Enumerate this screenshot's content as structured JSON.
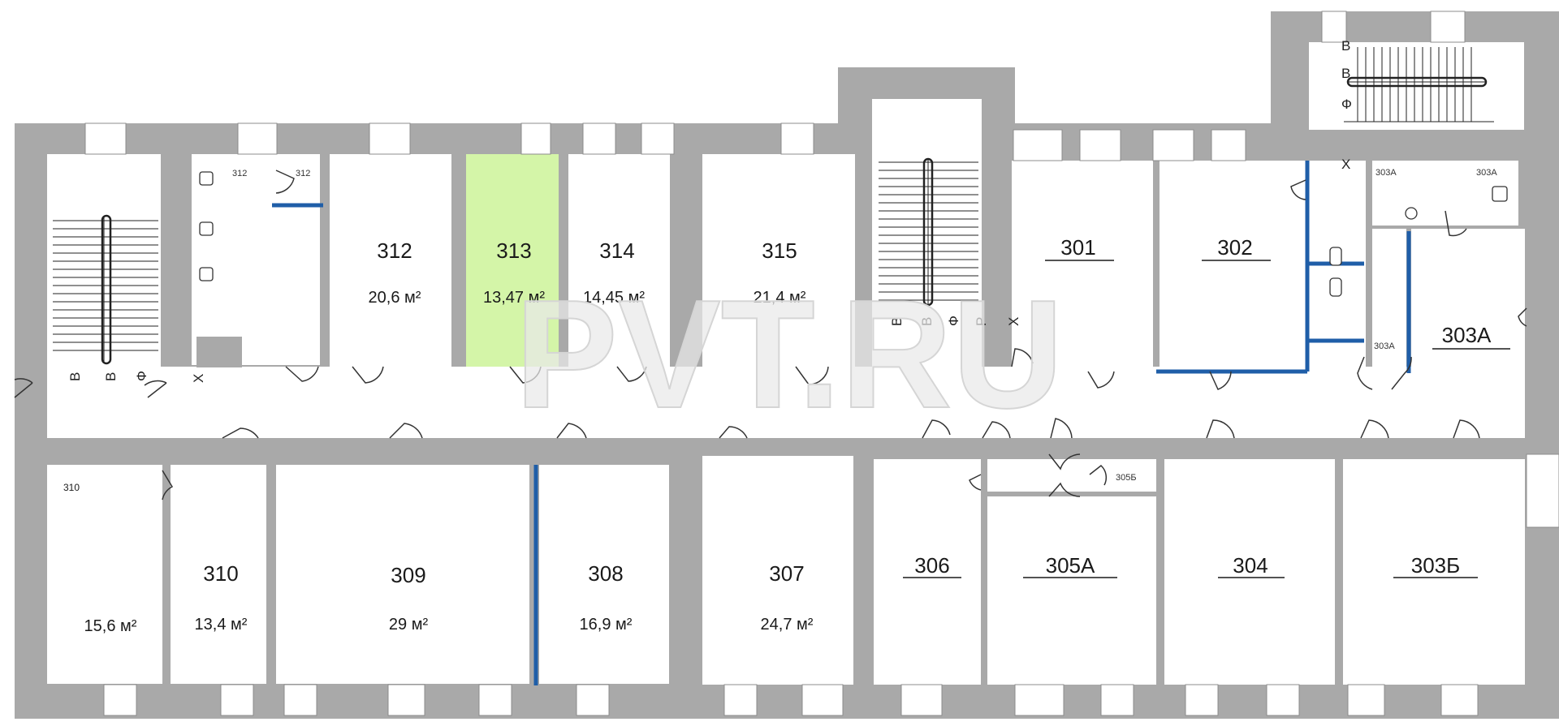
{
  "rooms": {
    "r301": {
      "number": "301"
    },
    "r302": {
      "number": "302"
    },
    "r303a": {
      "number": "303А"
    },
    "r303b": {
      "number": "303Б"
    },
    "r304": {
      "number": "304"
    },
    "r305a": {
      "number": "305А"
    },
    "r305b": {
      "number": "305Б"
    },
    "r306": {
      "number": "306"
    },
    "r307": {
      "number": "307",
      "area": "24,7 м²"
    },
    "r308": {
      "number": "308",
      "area": "16,9 м²"
    },
    "r309": {
      "number": "309",
      "area": "29 м²"
    },
    "r310": {
      "number": "310",
      "area": "13,4 м²"
    },
    "r310b": {
      "number": "310",
      "area": "15,6 м²"
    },
    "r312": {
      "number": "312",
      "area": "20,6 м²"
    },
    "r313": {
      "number": "313",
      "area": "13,47 м²",
      "highlighted": true,
      "color": "#d4f5a8"
    },
    "r314": {
      "number": "314",
      "area": "14,45 м²"
    },
    "r315": {
      "number": "315",
      "area": "21,4 м²"
    }
  },
  "small_labels": {
    "wc312a": "312",
    "wc312b": "312",
    "wc303a_1": "303А",
    "wc303a_2": "303А",
    "wc303a_3": "303А"
  },
  "stair_letters": {
    "left": [
      "В",
      "В",
      "Ф"
    ],
    "middle": [
      "В",
      "В",
      "Ф",
      "Р",
      "Х"
    ],
    "top": [
      "В",
      "В",
      "Ф"
    ],
    "left_x": "Х",
    "top_x": "Х"
  },
  "watermark": "PVT.RU",
  "colors": {
    "wall": "#a9a9a9",
    "highlight": "#d4f5a8",
    "partition": "#1f5ea8"
  }
}
